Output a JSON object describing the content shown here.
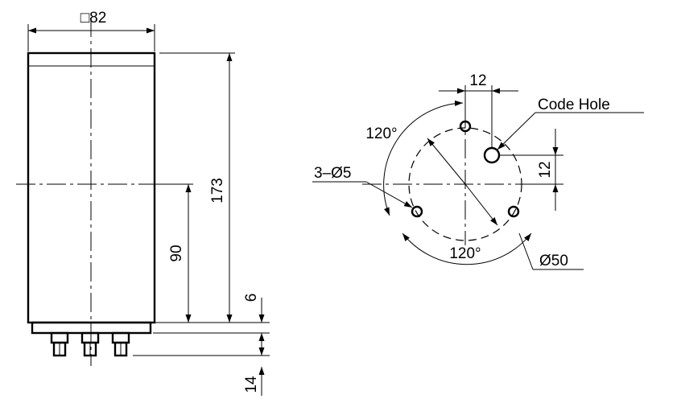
{
  "side_view": {
    "width_dim": "□82",
    "total_height_dim": "173",
    "mid_height_dim": "90",
    "base_dim": "6",
    "terminal_dim": "14"
  },
  "bottom_view": {
    "offset_x_dim": "12",
    "offset_y_dim": "12",
    "code_hole_label": "Code Hole",
    "angle_top": "120°",
    "angle_bottom": "120°",
    "holes_label": "3–Ø5",
    "circle_dim": "Ø50"
  },
  "colors": {
    "line": "#000000",
    "background": "#ffffff"
  }
}
